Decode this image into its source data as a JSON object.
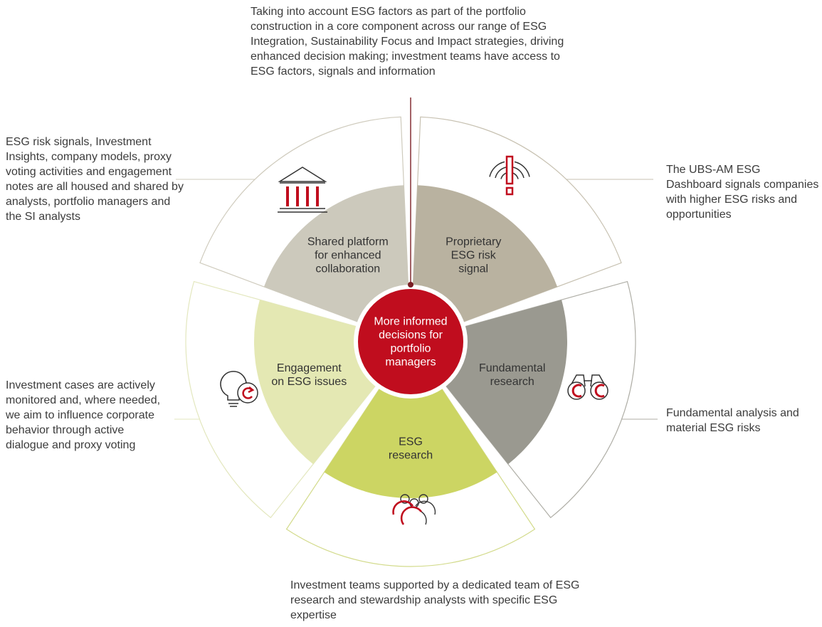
{
  "center": {
    "lines": [
      "More informed",
      "decisions for",
      "portfolio",
      "managers"
    ],
    "color": "#C00D1E"
  },
  "segments": [
    {
      "id": "shared-platform",
      "label_lines": [
        "Shared platform",
        "for enhanced",
        "collaboration"
      ],
      "icon": "building-icon",
      "inner_color": "#CCC9BC",
      "outer_stroke": "#CFCBBD",
      "note": "ESG risk signals, Investment Insights, company models, proxy voting activities and engagement notes are all housed and shared by analysts, portfolio managers and the SI analysts"
    },
    {
      "id": "proprietary-esg-risk-signal",
      "label_lines": [
        "Proprietary",
        "ESG risk",
        "signal"
      ],
      "icon": "signal-alert-icon",
      "inner_color": "#B9B2A0",
      "outer_stroke": "#C7C1B1",
      "note": "The UBS-AM ESG Dashboard signals companies with higher ESG risks and opportunities"
    },
    {
      "id": "fundamental-research",
      "label_lines": [
        "Fundamental",
        "research"
      ],
      "icon": "binoculars-icon",
      "inner_color": "#9A9990",
      "outer_stroke": "#AFAEA6",
      "note": "Fundamental analysis and material ESG risks"
    },
    {
      "id": "esg-research",
      "label_lines": [
        "ESG",
        "research"
      ],
      "icon": "team-icon",
      "inner_color": "#CCD563",
      "outer_stroke": "#D3DB8C",
      "note": "Investment teams supported by a dedicated team of ESG research and stewardship analysts with specific ESG expertise"
    },
    {
      "id": "engagement",
      "label_lines": [
        "Engagement",
        "on ESG issues"
      ],
      "icon": "lightbulb-refresh-icon",
      "inner_color": "#E4E8B3",
      "outer_stroke": "#E3E7BE",
      "note": "Investment cases are actively monitored and, where needed, we aim to influence corporate behavior through active dialogue and proxy voting"
    }
  ],
  "top_note": "Taking into account ESG factors as part of the portfolio construction in a core component across our range of ESG Integration, Sustainability Focus and Impact strategies, driving enhanced decision making; investment teams have access to ESG factors, signals and information",
  "colors": {
    "accent_red": "#C00D1E",
    "top_line": "#7A1E24",
    "text": "#3C3C3C"
  }
}
